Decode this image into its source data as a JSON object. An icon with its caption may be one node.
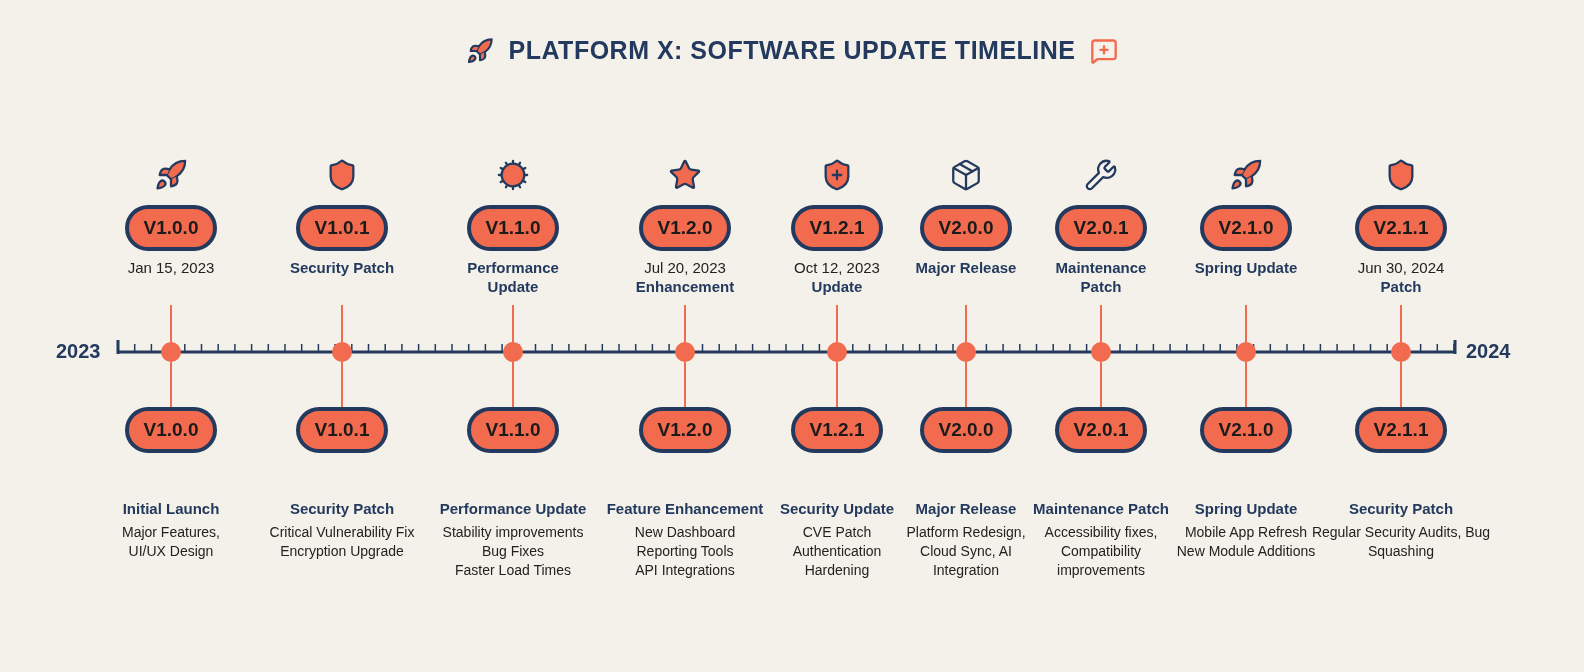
{
  "diagram": {
    "title": "PLATFORM X: SOFTWARE UPDATE TIMELINE",
    "nodes": [
      {
        "text": [
          "V1.0.0"
        ],
        "beside": [
          "Jan 15, 2023"
        ]
      },
      {
        "text": [
          "V1.0.1"
        ],
        "beside": [
          "Security Patch"
        ]
      },
      {
        "text": [
          "V1.1.0"
        ],
        "beside": [
          "Performance Update"
        ]
      },
      {
        "text": [
          "V1.2.0"
        ],
        "beside": [
          "Jul 20, 2023",
          "Enhancement"
        ]
      },
      {
        "text": [
          "V1.2.1"
        ],
        "beside": [
          "Oct 12, 2023",
          "Update"
        ]
      },
      {
        "text": [
          "V2.0.0"
        ],
        "beside": [
          "Major Release"
        ]
      },
      {
        "text": [
          "V2.0.1"
        ],
        "beside": [
          "Maintenance Patch"
        ]
      },
      {
        "text": [
          "V2.1.0"
        ],
        "beside": [
          "Spring Update"
        ]
      },
      {
        "text": [
          "V2.1.1"
        ],
        "beside": [
          "Jun 30, 2024",
          "Patch"
        ]
      },
      {
        "text": [],
        "shape": "circle"
      },
      {
        "text": [],
        "shape": "circle"
      },
      {
        "text": [],
        "shape": "circle"
      },
      {
        "text": [],
        "shape": "circle"
      },
      {
        "text": [],
        "shape": "circle"
      },
      {
        "text": [],
        "shape": "circle"
      },
      {
        "text": [],
        "shape": "circle"
      },
      {
        "text": [],
        "shape": "circle"
      },
      {
        "text": [],
        "shape": "circle"
      },
      {
        "text": [
          "V1.0.0"
        ],
        "beside": [
          "Initial Launch",
          "Major Features, UI/UX Design"
        ]
      },
      {
        "text": [
          "V1.0.1"
        ],
        "beside": [
          "Security Patch",
          "Critical Vulnerability Fix",
          "Encryption Upgrade"
        ]
      },
      {
        "text": [
          "V1.1.0"
        ],
        "beside": [
          "Performance Update",
          "Stability improvements",
          "Bug Fixes",
          "Faster Load Times"
        ]
      },
      {
        "text": [
          "V1.2.0"
        ],
        "beside": [
          "Feature Enhancement",
          "New Dashboard",
          "Reporting Tools",
          "API Integrations"
        ]
      },
      {
        "text": [
          "V1.2.1"
        ],
        "beside": [
          "Security Update",
          "CVE Patch",
          "Authentication Hardening"
        ]
      },
      {
        "text": [
          "V2.0.0"
        ],
        "beside": [
          "Major Release",
          "Platform Redesign, Cloud Sync, AI Integration"
        ]
      },
      {
        "text": [
          "V2.0.1"
        ],
        "beside": [
          "Maintenance Patch",
          "Accessibility fixes, Compatibility improvements"
        ]
      },
      {
        "text": [
          "V2.1.0"
        ],
        "beside": [
          "Spring Update",
          "Mobile App Refresh",
          "New Module Additions"
        ]
      },
      {
        "text": [
          "V2.1.1"
        ],
        "beside": [
          "Security Patch",
          "Regular Security Audits, Bug Squashing"
        ]
      }
    ],
    "edges": [
      {
        "from": 0,
        "to": 9,
        "arrow": "none"
      },
      {
        "from": 1,
        "to": 10,
        "arrow": "none"
      },
      {
        "from": 2,
        "to": 11,
        "arrow": "none"
      },
      {
        "from": 3,
        "to": 12,
        "arrow": "none"
      },
      {
        "from": 4,
        "to": 13,
        "arrow": "none"
      },
      {
        "from": 5,
        "to": 14,
        "arrow": "none"
      },
      {
        "from": 6,
        "to": 15,
        "arrow": "none"
      },
      {
        "from": 7,
        "to": 16,
        "arrow": "none"
      },
      {
        "from": 8,
        "to": 17,
        "arrow": "none"
      },
      {
        "from": 9,
        "to": 18,
        "arrow": "none"
      },
      {
        "from": 10,
        "to": 19,
        "arrow": "none"
      },
      {
        "from": 11,
        "to": 20,
        "arrow": "none"
      },
      {
        "from": 12,
        "to": 21,
        "arrow": "none"
      },
      {
        "from": 13,
        "to": 22,
        "arrow": "none"
      },
      {
        "from": 14,
        "to": 23,
        "arrow": "none"
      },
      {
        "from": 15,
        "to": 24,
        "arrow": "none"
      },
      {
        "from": 16,
        "to": 25,
        "arrow": "none"
      },
      {
        "from": 17,
        "to": 26,
        "arrow": "none"
      }
    ],
    "labels": [
      "2023",
      "2024"
    ]
  }
}
